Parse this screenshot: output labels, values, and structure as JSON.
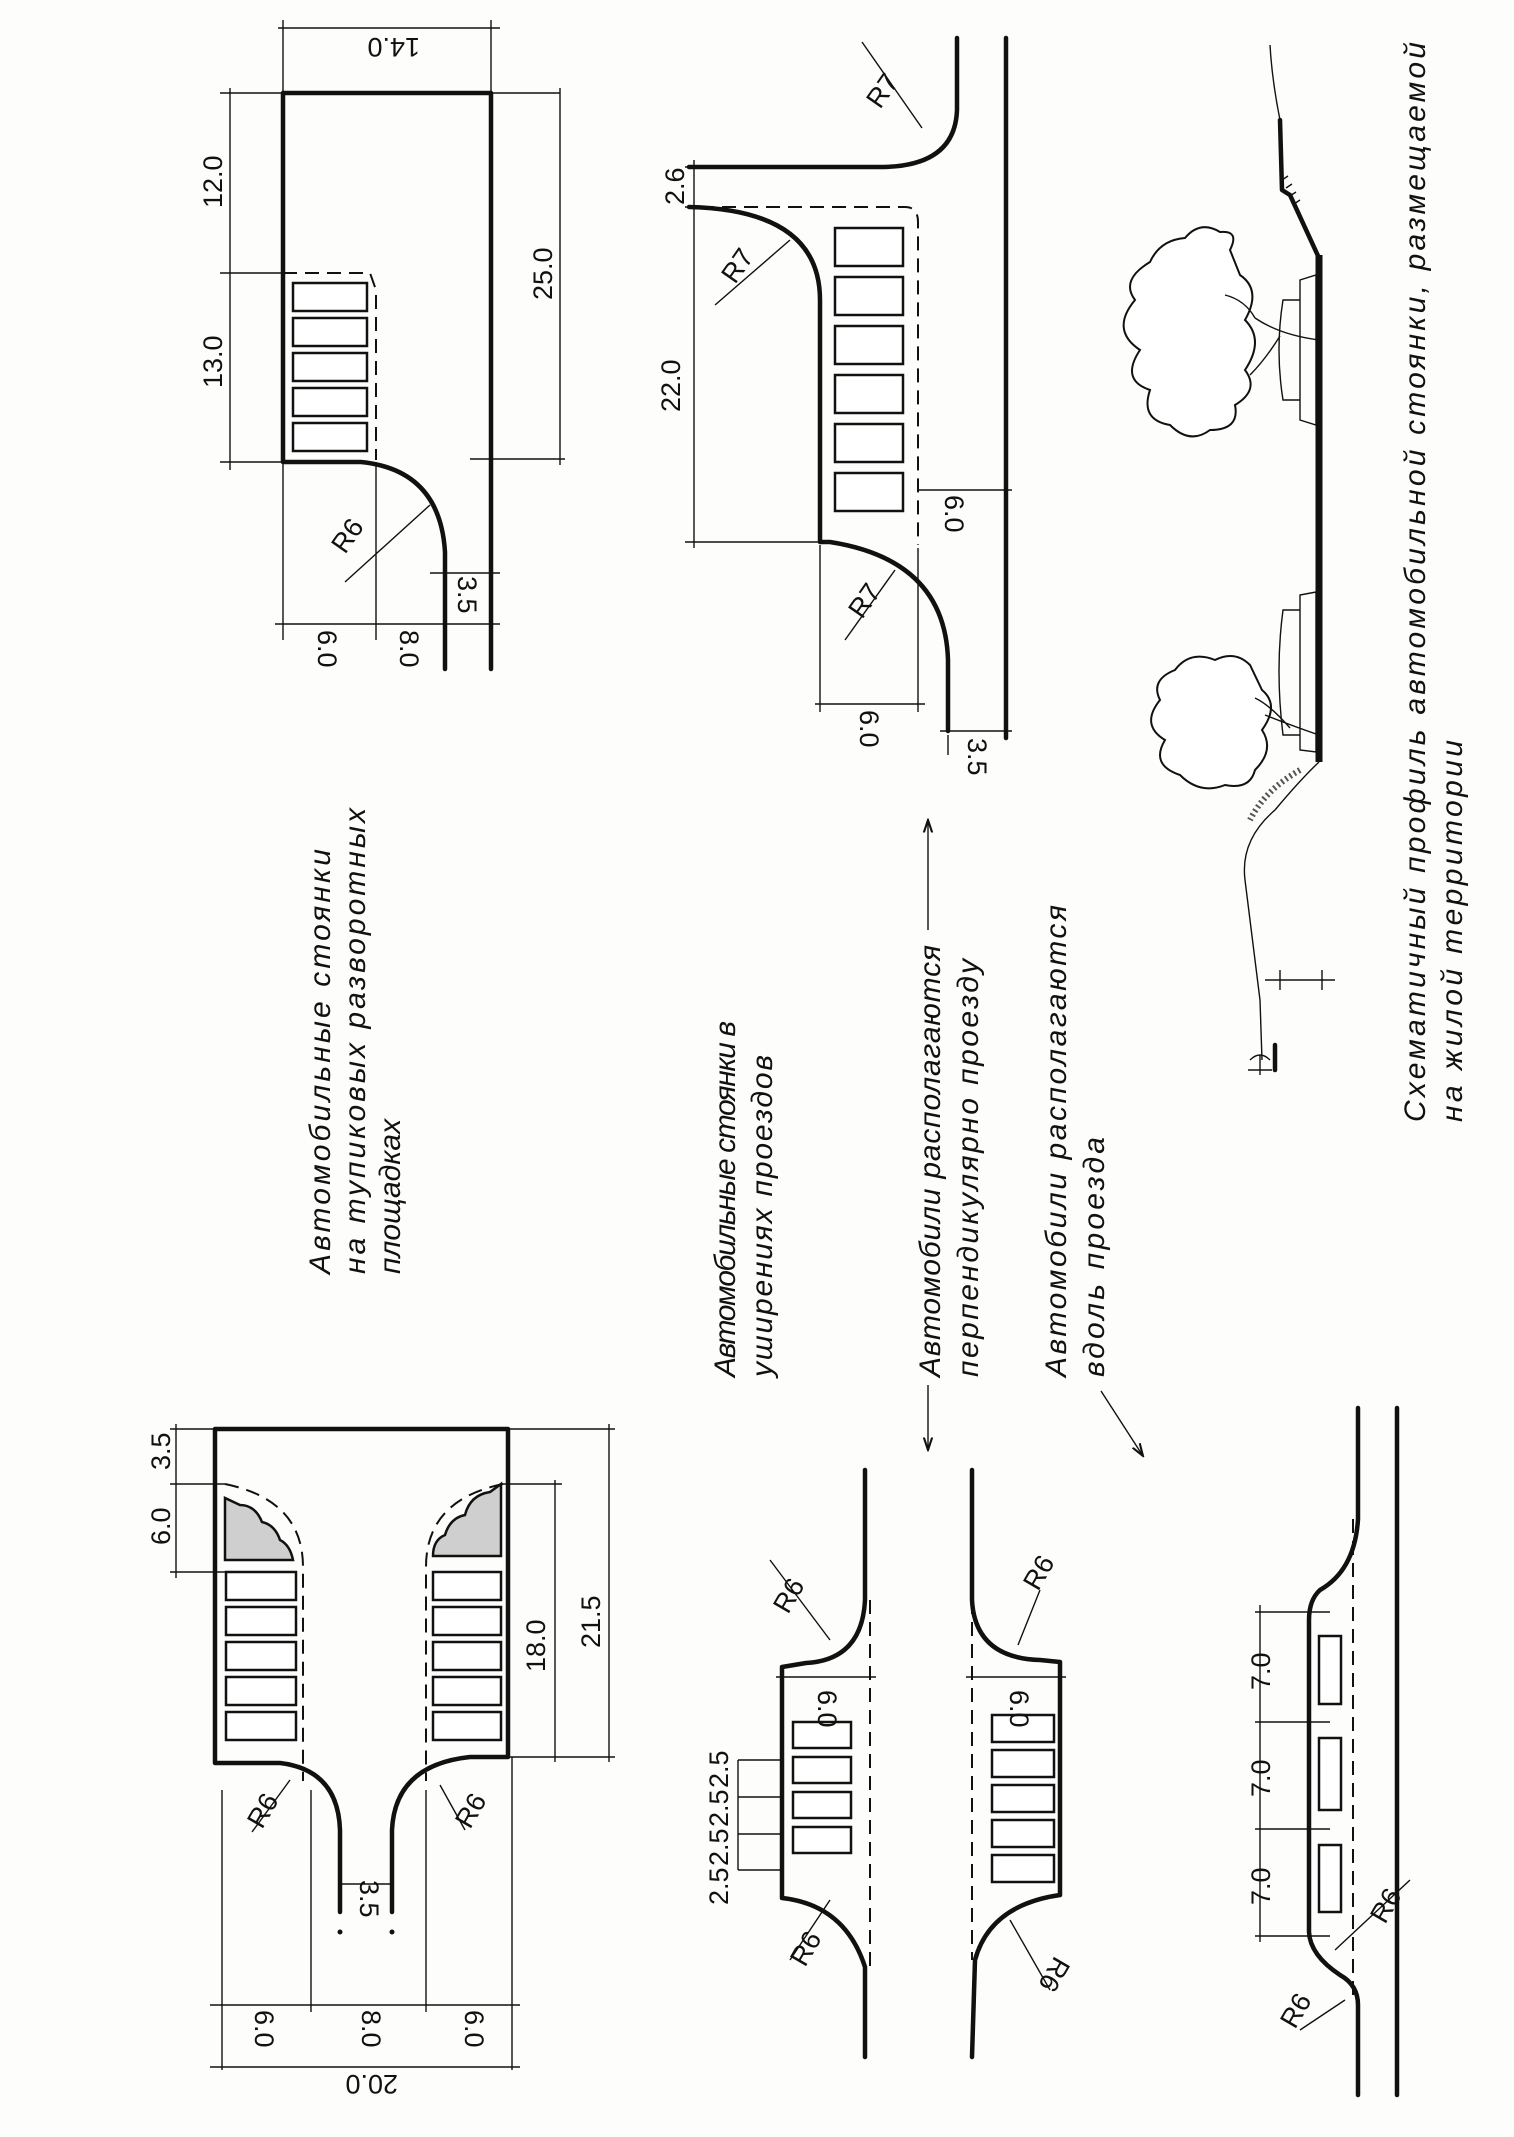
{
  "captions": {
    "dead_end": [
      "Автомобильные  стоянки",
      "на  тупиковых  разворотных",
      "площадках"
    ],
    "widening": [
      "Автомобильные  стоянки  в",
      "уширениях  проездов"
    ],
    "perpendicular": [
      "Автомобили  располагаются",
      "перпендикулярно  проезду"
    ],
    "along": [
      "Автомобили  располагаются",
      "вдоль  проезда"
    ],
    "profile": [
      "Схематичный  профиль  автомобильной  стоянки,  размещаемой",
      "на  жилой  территории"
    ]
  },
  "fig_dead_end_right": {
    "w": "14.0",
    "a": "12.0",
    "b": "13.0",
    "len": "25.0",
    "r": "R6",
    "road": "3.5",
    "d1": "6.0",
    "d2": "8.0"
  },
  "fig_widening_top": {
    "a": "2.6",
    "b": "22.0",
    "r1": "R7",
    "r2": "R7",
    "r3": "R7",
    "d1": "6.0",
    "d2": "6.0",
    "road": "3.5"
  },
  "fig_dead_end_left": {
    "a": "3.5",
    "b": "6.0",
    "c": "18.0",
    "d": "21.5",
    "r1": "R6",
    "r2": "R6",
    "road": "3.5",
    "w1": "6.0",
    "w2": "8.0",
    "w3": "6.0",
    "total": "20.0"
  },
  "fig_perp_a": {
    "s1": "2.5",
    "s2": "2.5",
    "s3": "2.5",
    "s4": "2.5",
    "depth": "6.0",
    "r1": "R6",
    "r2": "R6"
  },
  "fig_perp_b": {
    "depth": "6.0",
    "r1": "R6",
    "r2": "R6"
  },
  "fig_along": {
    "s1": "7.0",
    "s2": "7.0",
    "s3": "7.0",
    "r1": "R6",
    "r2": "R6"
  }
}
